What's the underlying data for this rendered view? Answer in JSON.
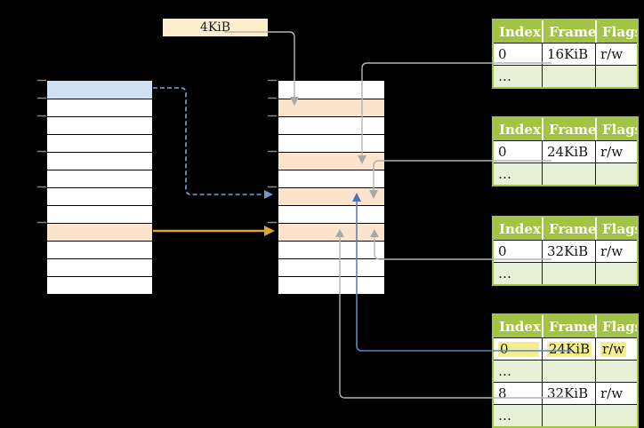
{
  "page_size_label": "4KiB",
  "colors": {
    "background": "#000000",
    "virtual_page_blue": "#cfe0f3",
    "used_frame_orange": "#fce4cc",
    "label_box_tan": "#fdeecb",
    "table_header_green": "#a2c444",
    "table_shaded_row_green": "#e9f0d8",
    "entry_highlight_yellow": "#f5ee8e",
    "connector_gray": "#b3b3b3",
    "connector_blue": "#5b81c2",
    "connector_dashed_blue": "#7ea6d8",
    "connector_orange": "#dfa12f"
  },
  "memory_columns": {
    "left": {
      "rows": [
        "blue",
        "white",
        "white",
        "white",
        "white",
        "white",
        "white",
        "white",
        "orange",
        "white",
        "white",
        "white"
      ]
    },
    "middle": {
      "rows": [
        "white",
        "orange",
        "white",
        "white",
        "orange",
        "white",
        "orange",
        "white",
        "orange",
        "white",
        "white",
        "white"
      ]
    }
  },
  "page_tables": [
    {
      "headers": [
        "Index",
        "Frame",
        "Flags"
      ],
      "rows": [
        {
          "index": "0",
          "frame": "16KiB",
          "flags": "r/w"
        },
        {
          "index": "…",
          "frame": "",
          "flags": ""
        }
      ]
    },
    {
      "headers": [
        "Index",
        "Frame",
        "Flags"
      ],
      "rows": [
        {
          "index": "0",
          "frame": "24KiB",
          "flags": "r/w"
        },
        {
          "index": "…",
          "frame": "",
          "flags": ""
        }
      ]
    },
    {
      "headers": [
        "Index",
        "Frame",
        "Flags"
      ],
      "rows": [
        {
          "index": "0",
          "frame": "32KiB",
          "flags": "r/w"
        },
        {
          "index": "…",
          "frame": "",
          "flags": ""
        }
      ]
    },
    {
      "headers": [
        "Index",
        "Frame",
        "Flags"
      ],
      "rows": [
        {
          "index": "0",
          "frame": "24KiB",
          "flags": "r/w"
        },
        {
          "index": "…",
          "frame": "",
          "flags": ""
        },
        {
          "index": "8",
          "frame": "32KiB",
          "flags": "r/w"
        },
        {
          "index": "…",
          "frame": "",
          "flags": ""
        }
      ]
    }
  ]
}
